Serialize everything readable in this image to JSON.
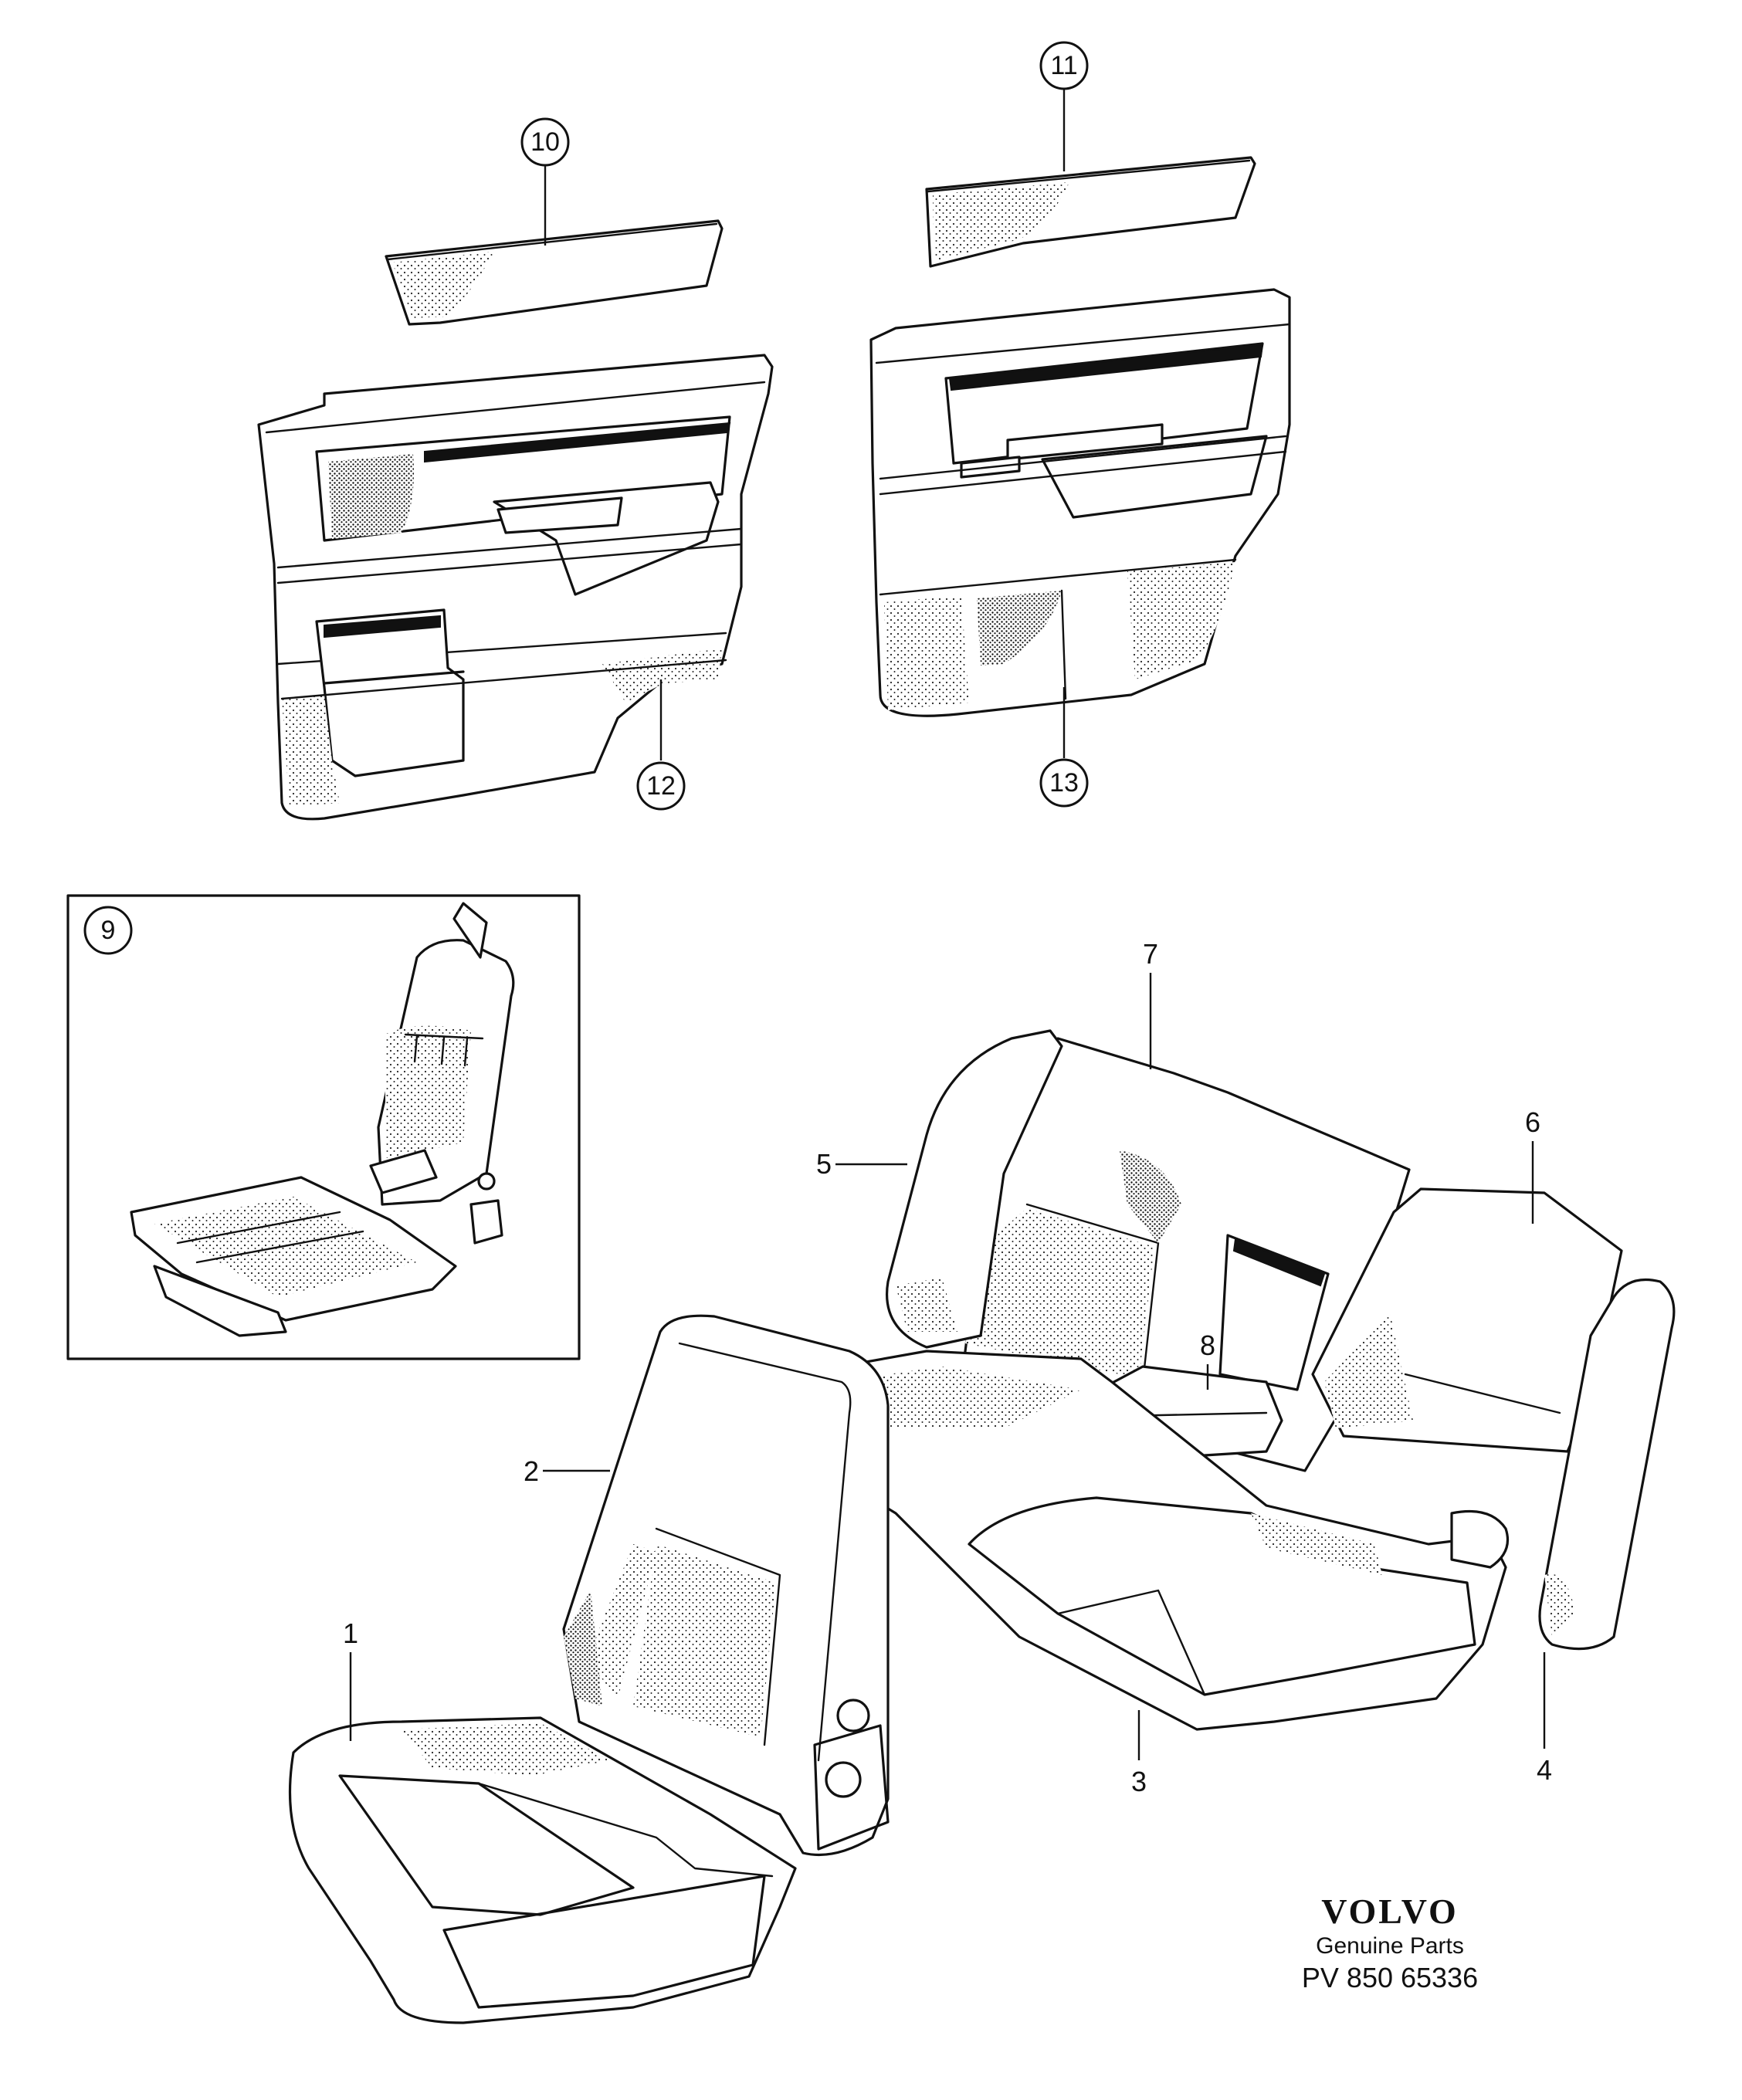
{
  "callouts": {
    "c9": "9",
    "c10": "10",
    "c11": "11",
    "c12": "12",
    "c13": "13"
  },
  "labels": {
    "l1": "1",
    "l2": "2",
    "l3": "3",
    "l4": "4",
    "l5": "5",
    "l6": "6",
    "l7": "7",
    "l8": "8"
  },
  "brand": {
    "name": "VOLVO",
    "subtitle": "Genuine Parts",
    "code": "PV 850 65336"
  }
}
